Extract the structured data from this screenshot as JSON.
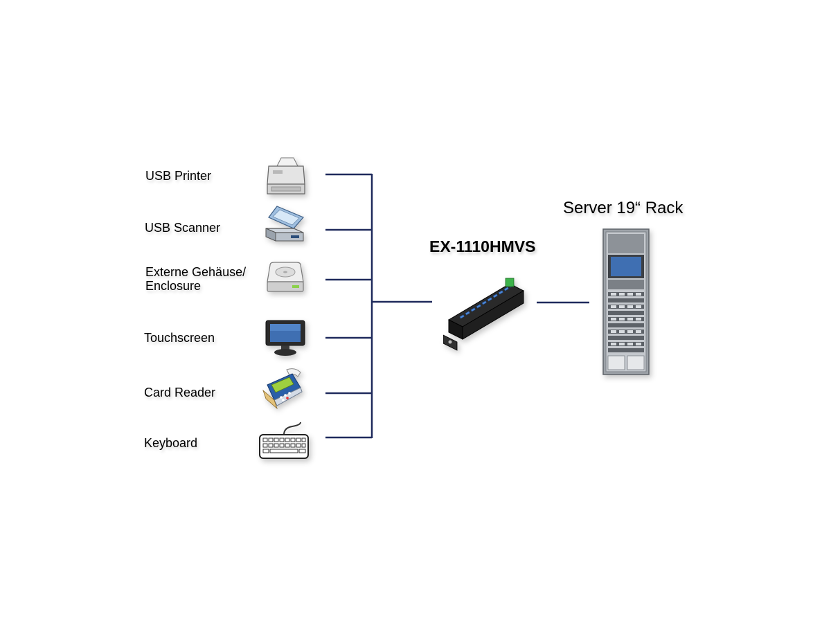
{
  "devices": [
    {
      "label": "USB Printer",
      "icon": "printer-icon"
    },
    {
      "label": "USB Scanner",
      "icon": "scanner-icon"
    },
    {
      "label_line1": "Externe Gehäuse/",
      "label_line2": "Enclosure",
      "icon": "hard-drive-icon"
    },
    {
      "label": "Touchscreen",
      "icon": "touchscreen-icon"
    },
    {
      "label": "Card Reader",
      "icon": "card-reader-icon"
    },
    {
      "label": "Keyboard",
      "icon": "keyboard-icon"
    }
  ],
  "hub": {
    "label": "EX-1110HMVS",
    "icon": "usb-hub-icon"
  },
  "server": {
    "label": "Server 19“ Rack",
    "icon": "server-rack-icon"
  },
  "colors": {
    "line": "#1f2a5c",
    "text": "#000000",
    "background": "#ffffff"
  }
}
